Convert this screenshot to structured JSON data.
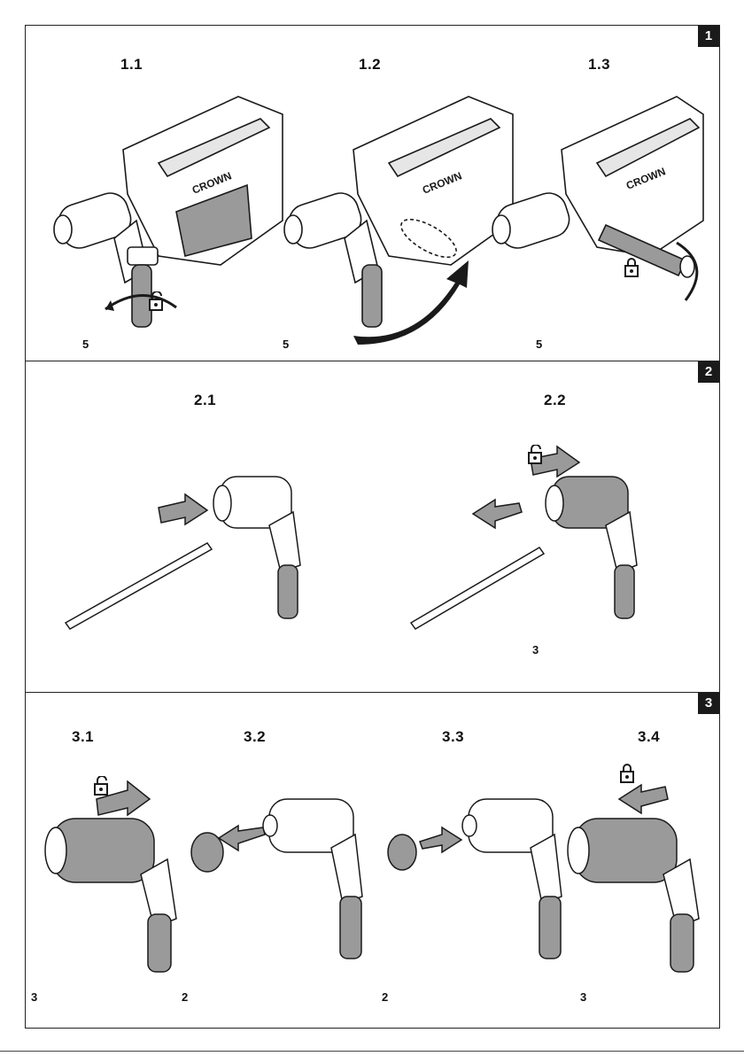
{
  "panels": [
    {
      "badge": "1",
      "steps": [
        {
          "label": "1.1",
          "callout": "5",
          "lock": "unlocked"
        },
        {
          "label": "1.2",
          "callout": "5"
        },
        {
          "label": "1.3",
          "callout": "5",
          "lock": "locked"
        }
      ],
      "brand": "CROWN"
    },
    {
      "badge": "2",
      "steps": [
        {
          "label": "2.1"
        },
        {
          "label": "2.2",
          "callout": "3",
          "lock": "unlocked"
        }
      ]
    },
    {
      "badge": "3",
      "steps": [
        {
          "label": "3.1",
          "callout": "3",
          "lock": "unlocked"
        },
        {
          "label": "3.2",
          "callout": "2"
        },
        {
          "label": "3.3",
          "callout": "2"
        },
        {
          "label": "3.4",
          "callout": "3",
          "lock": "locked"
        }
      ]
    }
  ],
  "icons": [
    "lock-open-icon",
    "lock-closed-icon",
    "arrow-icon",
    "rotate-arrow-icon"
  ],
  "colors": {
    "ink": "#1a1a1a",
    "shade": "#9a9a9a",
    "light": "#e6e6e6"
  }
}
